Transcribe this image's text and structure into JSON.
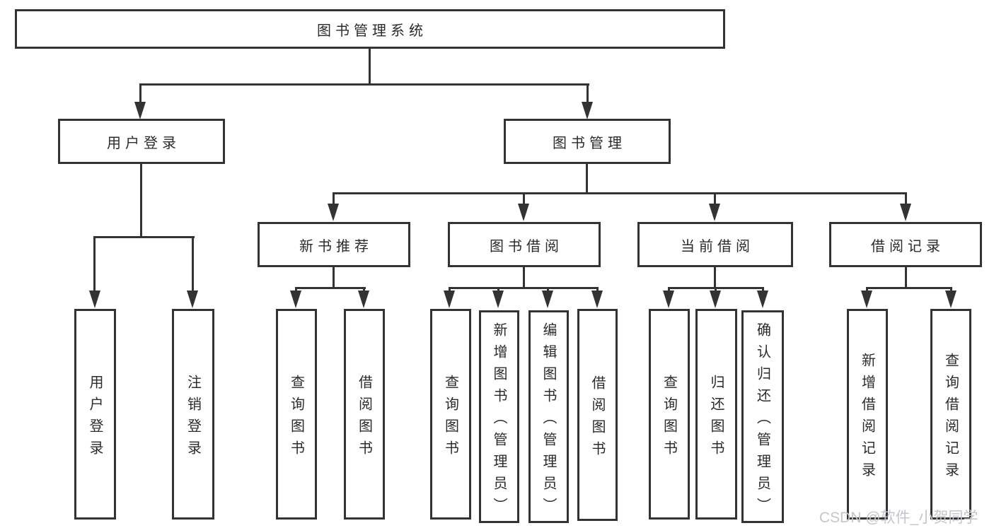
{
  "diagram_title": "图书管理系统",
  "watermark": "CSDN @软件_小贺同学",
  "colors": {
    "line": "#333333",
    "box_border": "#333333",
    "box_fill": "#ffffff",
    "text": "#2b2b2b",
    "watermark_text": "#c3c6ca",
    "background": "#ffffff"
  },
  "tree": {
    "root": {
      "label": "图书管理系统"
    },
    "level2": [
      {
        "label": "用户登录"
      },
      {
        "label": "图书管理"
      }
    ],
    "level3": [
      {
        "label": "新书推荐"
      },
      {
        "label": "图书借阅"
      },
      {
        "label": "当前借阅"
      },
      {
        "label": "借阅记录"
      }
    ],
    "leaves": {
      "user_login": [
        "用户登录",
        "注销登录"
      ],
      "new_book": [
        "查询图书",
        "借阅图书"
      ],
      "borrow": [
        "查询图书",
        "新增图书（管理员）",
        "编辑图书（管理员）",
        "借阅图书"
      ],
      "current": [
        "查询图书",
        "归还图书",
        "确认归还（管理员）"
      ],
      "records": [
        "新增借阅记录",
        "查询借阅记录"
      ]
    }
  }
}
